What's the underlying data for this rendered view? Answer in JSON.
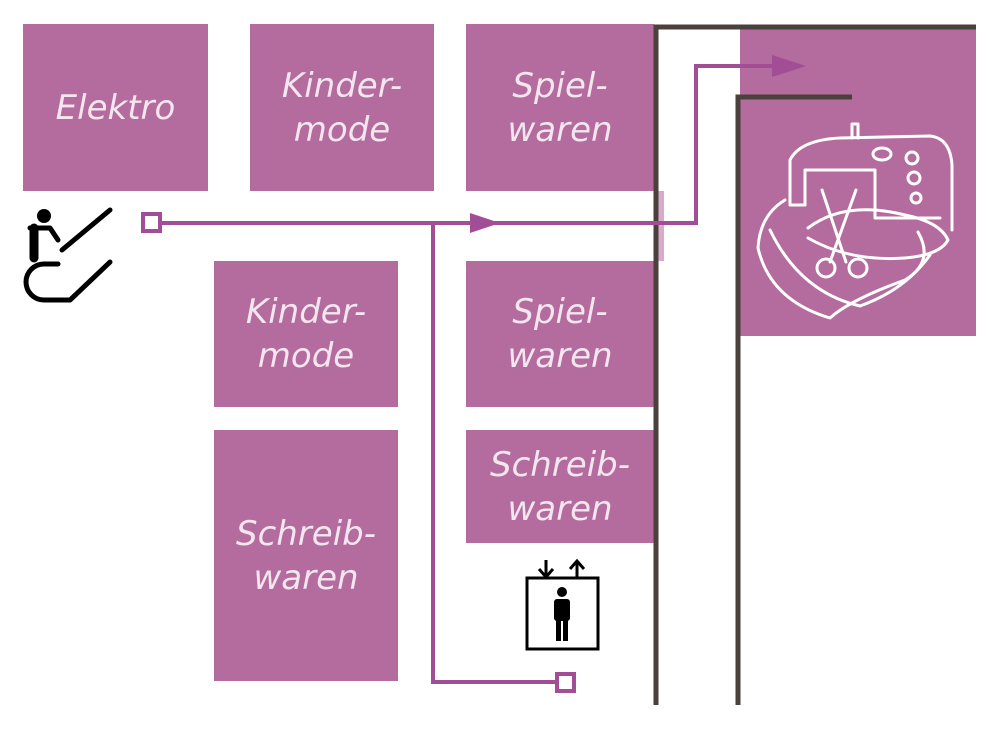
{
  "departments": {
    "elektro": "Elektro",
    "kindermode_top": "Kinder-\nmode",
    "spielwaren_top": "Spiel-\nwaren",
    "kindermode_mid": "Kinder-\nmode",
    "spielwaren_mid": "Spiel-\nwaren",
    "schreibwaren_right": "Schreib-\nwaren",
    "schreibwaren_left": "Schreib-\nwaren"
  },
  "icons": {
    "escalator": "escalator-icon",
    "elevator": "elevator-icon",
    "sewing": "sewing-machine-icon"
  },
  "colors": {
    "block": "#b46b9e",
    "route": "#a24e96",
    "wall": "#4a403c",
    "label": "#f3e6ef"
  }
}
